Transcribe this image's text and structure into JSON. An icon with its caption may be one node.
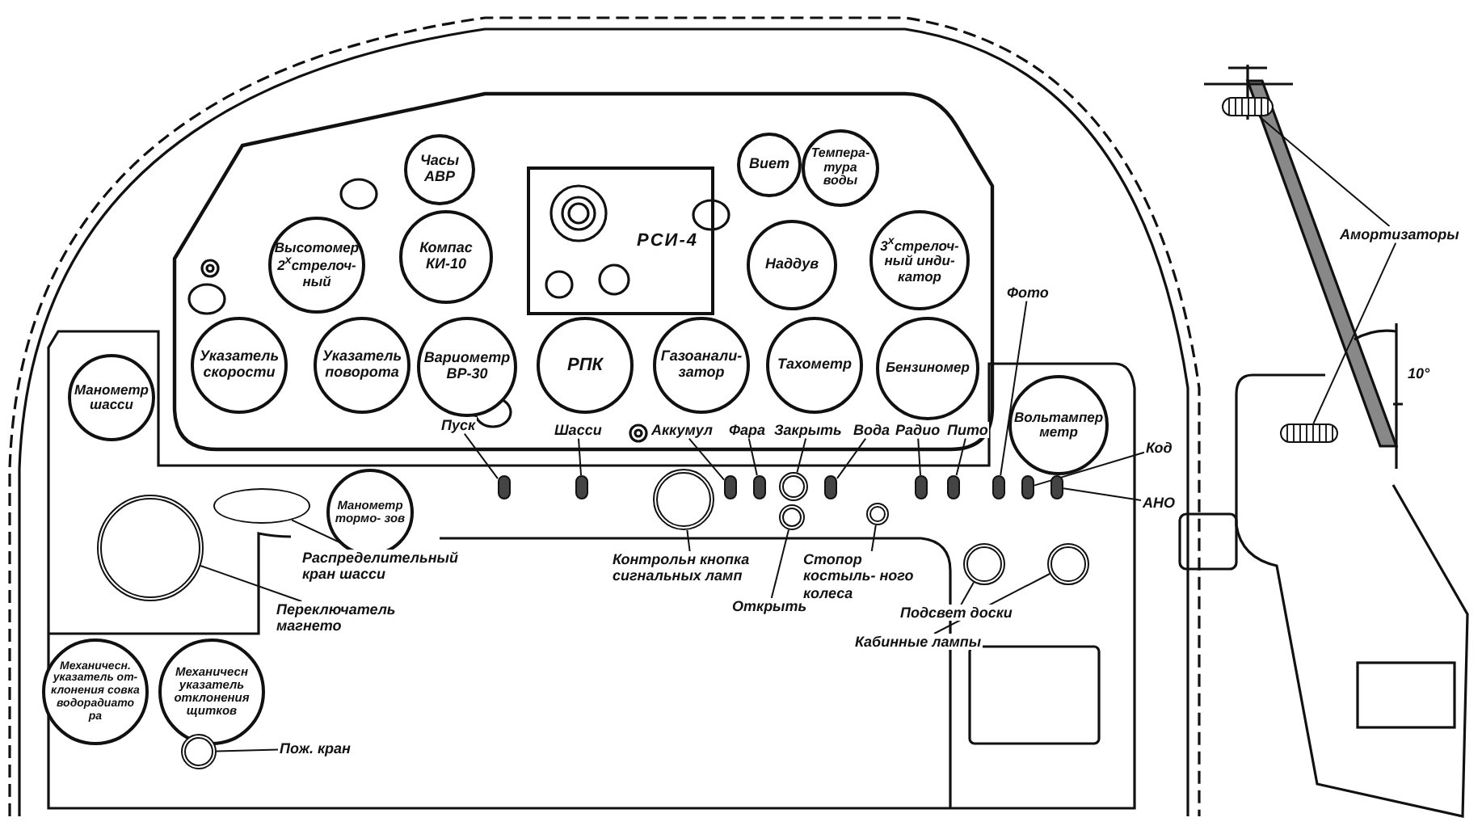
{
  "diagram": {
    "nodes": [
      {
        "text": [
          "Часы АВР"
        ]
      },
      {
        "text": [
          "Высотомер 2$^{х}$стрелоч- ный"
        ]
      },
      {
        "text": [
          "Компас КИ-10"
        ]
      },
      {
        "text": [
          "РСИ-4"
        ]
      },
      {
        "text": [
          "Виет"
        ]
      },
      {
        "text": [
          "Темпера- тура воды"
        ]
      },
      {
        "text": [
          "Наддув"
        ]
      },
      {
        "text": [
          "3$^{х}$стрелоч- ный инди- катор"
        ]
      },
      {
        "text": [
          "Указатель скорости"
        ]
      },
      {
        "text": [
          "Указатель поворота"
        ]
      },
      {
        "text": [
          "Вариометр ВР-30"
        ]
      },
      {
        "text": [
          "РПК"
        ]
      },
      {
        "text": [
          "Газоанали- затор"
        ]
      },
      {
        "text": [
          "Тахометр"
        ]
      },
      {
        "text": [
          "Бензиномер"
        ]
      },
      {
        "text": [
          "Манометр шасси"
        ]
      },
      {
        "text": [
          "Манометр тормо- зов"
        ]
      },
      {
        "text": [
          "Вольтампер метр"
        ]
      },
      {
        "text": [
          "Механичесн. указатель от- клонения совка водорадиато ра"
        ]
      },
      {
        "text": [
          "Механичесн указатель отклонения щитков"
        ]
      },
      {
        "text": [
          "Пуск"
        ]
      },
      {
        "text": [],
        "shape": "switch"
      },
      {
        "text": [
          "Шасси"
        ]
      },
      {
        "text": [],
        "shape": "switch"
      },
      {
        "text": [
          "Аккумул"
        ]
      },
      {
        "text": [],
        "shape": "switch"
      },
      {
        "text": [
          "Фара"
        ]
      },
      {
        "text": [],
        "shape": "switch"
      },
      {
        "text": [
          "Закрыть"
        ]
      },
      {
        "text": [],
        "shape": "circle"
      },
      {
        "text": [
          "Вода"
        ]
      },
      {
        "text": [],
        "shape": "switch"
      },
      {
        "text": [
          "Радио"
        ]
      },
      {
        "text": [],
        "shape": "switch"
      },
      {
        "text": [
          "Пито"
        ]
      },
      {
        "text": [],
        "shape": "switch"
      },
      {
        "text": [
          "Фото"
        ]
      },
      {
        "text": [],
        "shape": "switch"
      },
      {
        "text": [
          "Код"
        ]
      },
      {
        "text": [],
        "shape": "switch"
      },
      {
        "text": [
          "АНО"
        ]
      },
      {
        "text": [],
        "shape": "switch"
      },
      {
        "text": [
          "Контрольн кнопка сигнальных ламп"
        ]
      },
      {
        "text": [],
        "shape": "circle"
      },
      {
        "text": [
          "Открыть"
        ]
      },
      {
        "text": [],
        "shape": "circle"
      },
      {
        "text": [
          "Стопор костыль- ного колеса"
        ]
      },
      {
        "text": [],
        "shape": "circle"
      },
      {
        "text": [
          "Подсвет доски"
        ]
      },
      {
        "text": [],
        "shape": "circle"
      },
      {
        "text": [
          "Кабинные лампы"
        ]
      },
      {
        "text": [],
        "shape": "circle"
      },
      {
        "text": [
          "Распределительный кран шасси"
        ]
      },
      {
        "text": [],
        "shape": "ellipse"
      },
      {
        "text": [
          "Переключатель магнето"
        ]
      },
      {
        "text": [],
        "shape": "circle"
      },
      {
        "text": [
          "Пож. кран"
        ]
      },
      {
        "text": [],
        "shape": "circle"
      },
      {
        "text": [
          "Амортизаторы"
        ]
      },
      {
        "text": [],
        "shape": "picture"
      },
      {
        "text": [],
        "shape": "picture"
      }
    ],
    "edges": [
      {
        "from": 20,
        "to": 21,
        "arrow": "none"
      },
      {
        "from": 22,
        "to": 23,
        "arrow": "none"
      },
      {
        "from": 24,
        "to": 25,
        "arrow": "none"
      },
      {
        "from": 26,
        "to": 27,
        "arrow": "none"
      },
      {
        "from": 28,
        "to": 29,
        "arrow": "none"
      },
      {
        "from": 30,
        "to": 31,
        "arrow": "none"
      },
      {
        "from": 32,
        "to": 33,
        "arrow": "none"
      },
      {
        "from": 34,
        "to": 35,
        "arrow": "none"
      },
      {
        "from": 36,
        "to": 37,
        "arrow": "none"
      },
      {
        "from": 38,
        "to": 39,
        "arrow": "none"
      },
      {
        "from": 40,
        "to": 41,
        "arrow": "none"
      },
      {
        "from": 42,
        "to": 43,
        "arrow": "none"
      },
      {
        "from": 44,
        "to": 45,
        "arrow": "none"
      },
      {
        "from": 46,
        "to": 47,
        "arrow": "none"
      },
      {
        "from": 48,
        "to": 49,
        "arrow": "none"
      },
      {
        "from": 50,
        "to": 51,
        "arrow": "none"
      },
      {
        "from": 52,
        "to": 53,
        "arrow": "none"
      },
      {
        "from": 54,
        "to": 55,
        "arrow": "none"
      },
      {
        "from": 56,
        "to": 57,
        "arrow": "none"
      },
      {
        "from": 58,
        "to": 59,
        "arrow": "none"
      },
      {
        "from": 58,
        "to": 60,
        "arrow": "none"
      }
    ],
    "labels": [
      "10°"
    ]
  }
}
